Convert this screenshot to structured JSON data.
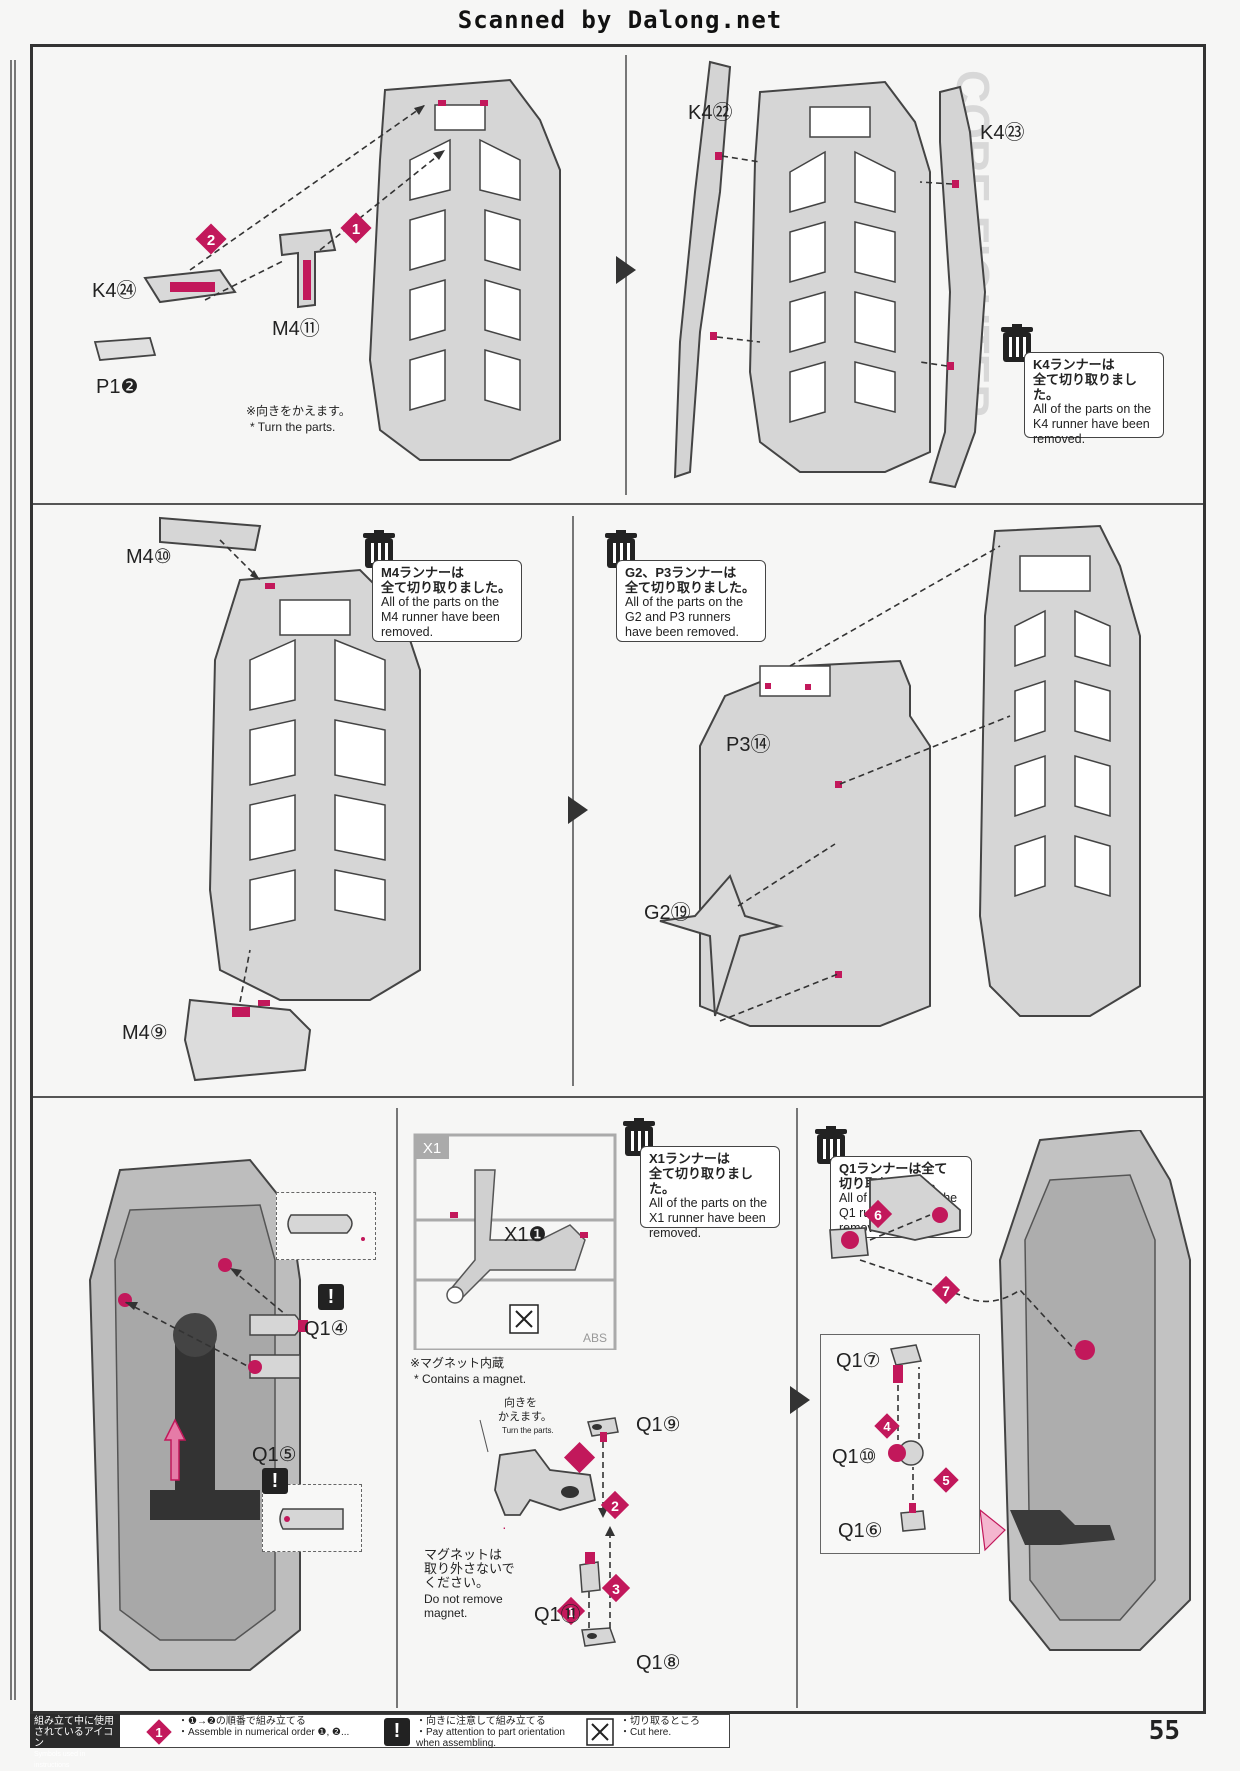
{
  "header": {
    "scan_credit": "Scanned by Dalong.net"
  },
  "colors": {
    "accent_magenta": "#c2185b",
    "part_gray": "#cfcfcf",
    "outline": "#444444",
    "panel_line": "#666666"
  },
  "background": {
    "ghost_logo": "CORE FIGHTER"
  },
  "steps": {
    "step1": {
      "parts": {
        "k4_24": "K4㉔",
        "m4_11": "M4⑪",
        "p1_2": "P1❷"
      },
      "order_badges": [
        "1",
        "2"
      ],
      "turn_note_jp": "※向きをかえます。",
      "turn_note_en": "* Turn the parts."
    },
    "step2": {
      "parts": {
        "k4_22": "K4㉒",
        "k4_23": "K4㉓"
      },
      "runner_note_jp_1": "K4ランナーは",
      "runner_note_jp_2": "全て切り取りました。",
      "runner_note_en_1": "All of the parts on the",
      "runner_note_en_2": "K4 runner have been",
      "runner_note_en_3": "removed."
    },
    "step3": {
      "parts": {
        "m4_10": "M4⑩",
        "m4_9": "M4⑨"
      },
      "runner_note_jp_1": "M4ランナーは",
      "runner_note_jp_2": "全て切り取りました。",
      "runner_note_en_1": "All of the parts on the",
      "runner_note_en_2": "M4 runner have been",
      "runner_note_en_3": "removed."
    },
    "step4": {
      "parts": {
        "p3_14": "P3⑭",
        "g2_19": "G2⑲"
      },
      "runner_note_jp_1": "G2、P3ランナーは",
      "runner_note_jp_2": "全て切り取りました。",
      "runner_note_en_1": "All of the parts on the",
      "runner_note_en_2": "G2 and P3 runners",
      "runner_note_en_3": "have been removed."
    },
    "step5": {
      "parts": {
        "q1_4": "Q1④",
        "q1_5": "Q1⑤"
      },
      "warn_mark": "!"
    },
    "step6": {
      "parts": {
        "x1_1": "X1❶",
        "q1_9": "Q1⑨",
        "q1_11": "Q1⑪",
        "q1_8": "Q1⑧"
      },
      "runner_tag": "X1",
      "runner_code": "ABS",
      "runner_note_jp_1": "X1ランナーは",
      "runner_note_jp_2": "全て切り取りました。",
      "runner_note_en_1": "All of the parts on the",
      "runner_note_en_2": "X1 runner have been",
      "runner_note_en_3": "removed.",
      "magnet_jp": "※マグネット内蔵",
      "magnet_en": "* Contains a magnet.",
      "turn_jp_1": "向きを",
      "turn_jp_2": "かえます。",
      "turn_en": "Turn the parts.",
      "no_remove_jp_1": "マグネットは",
      "no_remove_jp_2": "取り外さないで",
      "no_remove_jp_3": "ください。",
      "no_remove_en_1": "Do not remove",
      "no_remove_en_2": "magnet.",
      "order_badges": [
        "1",
        "2",
        "3"
      ]
    },
    "step7": {
      "parts": {
        "q1_7": "Q1⑦",
        "q1_10": "Q1⑩",
        "q1_6": "Q1⑥"
      },
      "runner_note_jp_1": "Q1ランナーは全て",
      "runner_note_jp_2": "切り取りました。",
      "runner_note_en_1": "All of the parts on the",
      "runner_note_en_2": "Q1 runner have been",
      "runner_note_en_3": "removed.",
      "order_badges": [
        "4",
        "5",
        "6",
        "7"
      ]
    }
  },
  "footer": {
    "legend_title_jp_1": "組み立て中に使用",
    "legend_title_jp_2": "されているアイコン",
    "legend_title_en": "Symbols used in instructions",
    "order_icon": "1",
    "order_jp": "・❶→❷の順番で組み立てる",
    "order_en": "・Assemble in numerical order ❶, ❷...",
    "orient_icon": "!",
    "orient_jp": "・向きに注意して組み立てる",
    "orient_en_1": "・Pay attention to part orientation",
    "orient_en_2": "when assembling.",
    "cut_jp": "・切り取るところ",
    "cut_en": "・Cut here.",
    "page_number": "55"
  }
}
